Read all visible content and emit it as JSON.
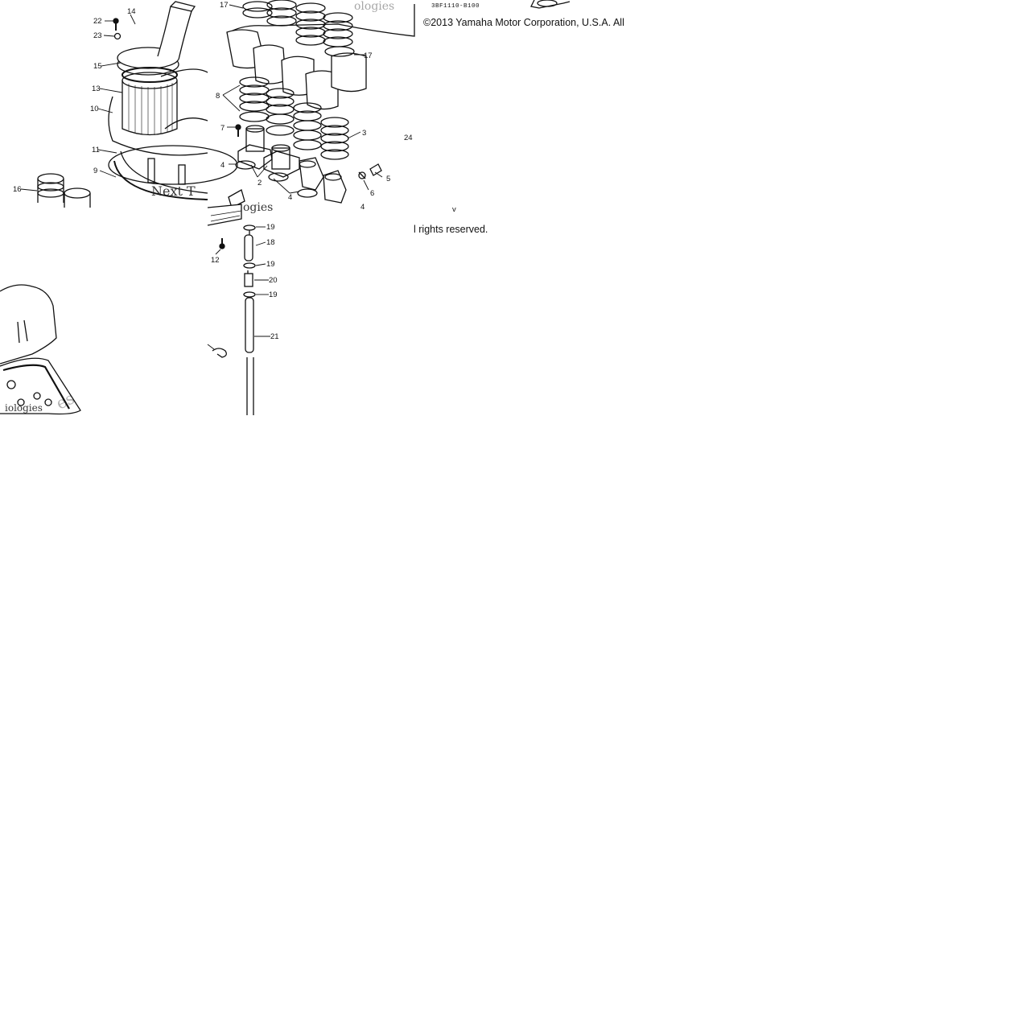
{
  "copyright": {
    "line1": "©2013 Yamaha Motor Corporation, U.S.A. All",
    "line2": "l rights reserved."
  },
  "part_code": "3BF1110-B100",
  "watermark": {
    "text_a": "Next T",
    "text_b": "ogies",
    "text_c": "es",
    "text_d": "iologies",
    "text_e": "ologies"
  },
  "callouts": [
    "22",
    "14",
    "23",
    "15",
    "13",
    "10",
    "11",
    "9",
    "16",
    "17",
    "17",
    "8",
    "7",
    "4",
    "2",
    "4",
    "3",
    "5",
    "6",
    "24",
    "19",
    "18",
    "19",
    "20",
    "19",
    "21",
    "12",
    "4",
    "v"
  ],
  "colors": {
    "line": "#111111",
    "background": "#ffffff"
  }
}
